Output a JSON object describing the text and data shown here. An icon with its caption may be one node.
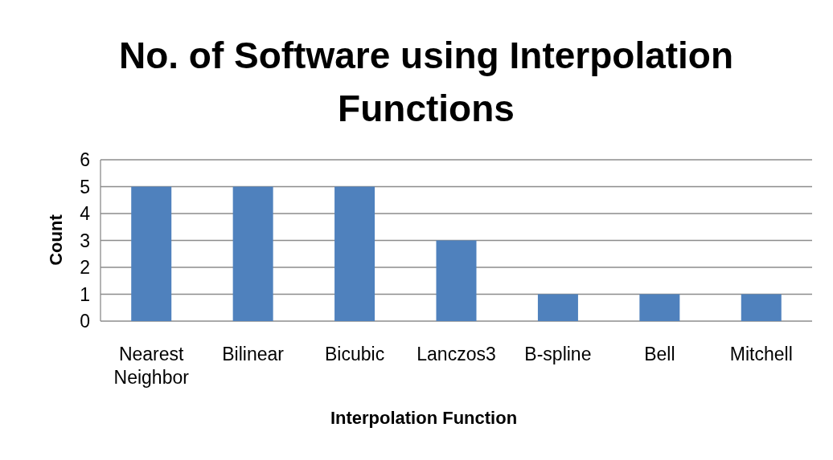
{
  "diagram": {
    "chart_data": {
      "type": "bar",
      "title": "No. of Software using Interpolation Functions",
      "xlabel": "Interpolation Function",
      "ylabel": "Count",
      "categories": [
        "Nearest Neighbor",
        "Bilinear",
        "Bicubic",
        "Lanczos3",
        "B-spline",
        "Bell",
        "Mitchell"
      ],
      "series": [
        {
          "color": "#4f81bd",
          "values": [
            5,
            5,
            5,
            3,
            1,
            1,
            1
          ]
        }
      ],
      "grid": true,
      "ylim": [
        0,
        6
      ],
      "yticks": [
        0,
        1,
        2,
        3,
        4,
        5,
        6
      ]
    }
  }
}
